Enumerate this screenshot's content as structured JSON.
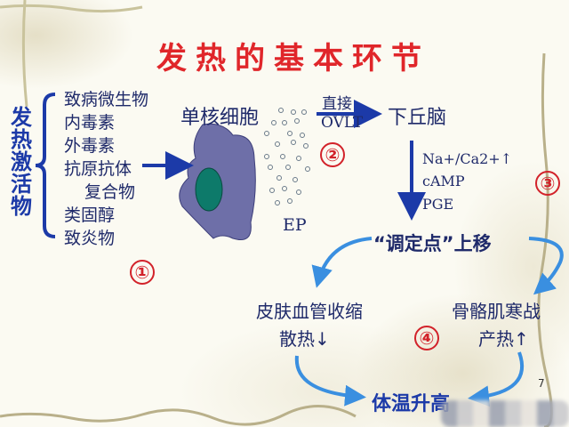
{
  "title": "发热的基本环节",
  "activators_label": "发热激活物",
  "activators": [
    "致病微生物",
    "内毒素",
    "外毒素",
    "抗原抗体",
    "复合物",
    "类固醇",
    "致炎物"
  ],
  "cell_label": "单核细胞",
  "ep_label": "EP",
  "route_direct": "直接",
  "route_ovlt": "OVLT",
  "hypothalamus": "下丘脑",
  "mediators": [
    "Na+/Ca2+↑",
    "cAMP",
    "PGE"
  ],
  "setpoint": "“调定点”上移",
  "skin": "皮肤血管收缩",
  "heat_loss": "散热↓",
  "muscle": "骨骼肌寒战",
  "heat_gen": "产热↑",
  "result": "体温升高",
  "steps": [
    "①",
    "②",
    "③",
    "④"
  ],
  "page_number": "7",
  "colors": {
    "title": "#e0262a",
    "text": "#1f2a6a",
    "arrow_dark": "#1c3aa8",
    "arrow_light": "#3a8fe0",
    "cell": "#6e6fa8",
    "nucleus": "#0d7a6a",
    "step": "#d2222a"
  }
}
